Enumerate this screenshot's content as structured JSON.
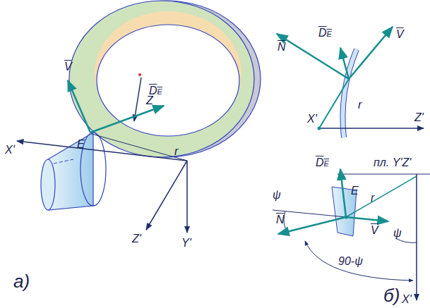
{
  "diagram": {
    "labels": [
      "V",
      "Z",
      "DE",
      "E",
      "X'",
      "r",
      "Z'",
      "Y'",
      "а)",
      "N",
      "DE",
      "V",
      "r",
      "Z'",
      "X'",
      "DE",
      "пл. Y'Z'",
      "ψ",
      "E",
      "r",
      "N",
      "V",
      "ψ",
      "90-ψ",
      "X'",
      "б)"
    ]
  }
}
